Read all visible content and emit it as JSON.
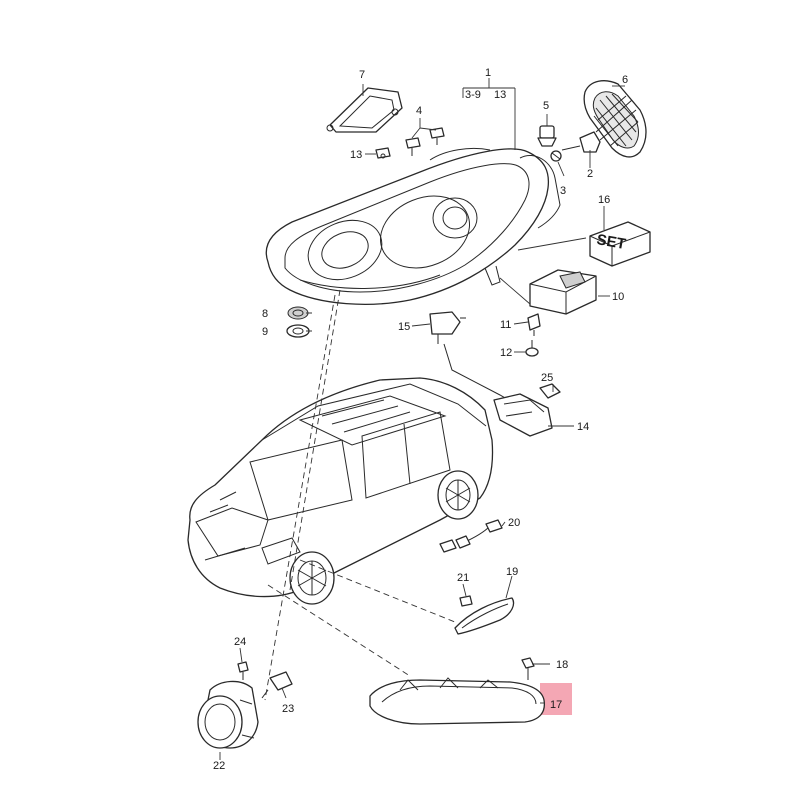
{
  "colors": {
    "line": "#2a2a2a",
    "highlight": "#f4a7b4",
    "background": "#ffffff"
  },
  "callouts": {
    "c1": "1",
    "c1_range": "3-9",
    "c1_13": "13",
    "c2": "2",
    "c3": "3",
    "c4": "4",
    "c5": "5",
    "c6": "6",
    "c7": "7",
    "c8": "8",
    "c9": "9",
    "c10": "10",
    "c11": "11",
    "c12": "12",
    "c13": "13",
    "c14": "14",
    "c15": "15",
    "c16": "16",
    "c17": "17",
    "c18": "18",
    "c19": "19",
    "c20": "20",
    "c21": "21",
    "c22": "22",
    "c23": "23",
    "c24": "24",
    "c25": "25"
  },
  "set_box_label": "SET"
}
